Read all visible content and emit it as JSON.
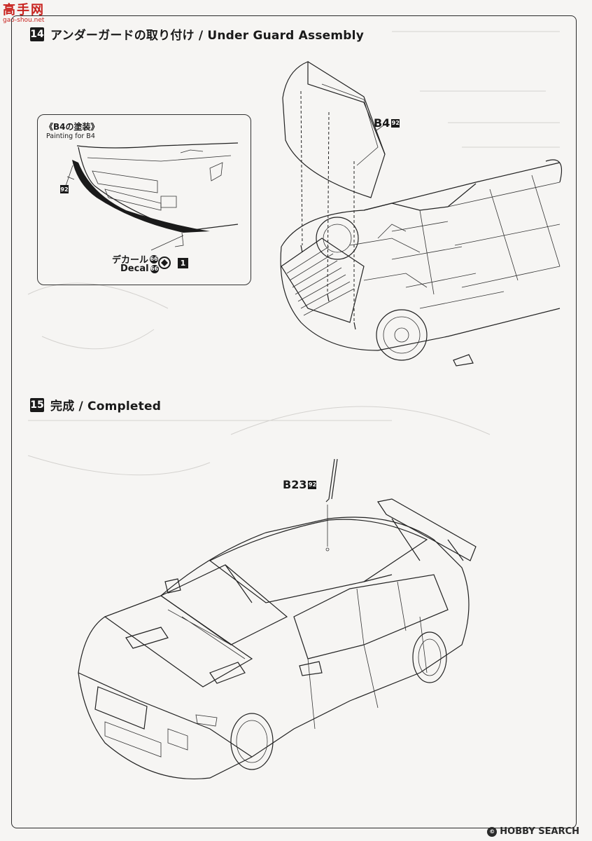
{
  "logo": {
    "name": "高手网",
    "url": "gao-shou.net"
  },
  "step14": {
    "number": "14",
    "title": "アンダーガードの取り付け / Under Guard Assembly"
  },
  "inset": {
    "title": "《B4の塗装》",
    "subtitle": "Painting for B4",
    "part_ref": "92",
    "decal_jp": "デカール",
    "decal_en": "Decal",
    "decal_num": "66",
    "decal_sheet": "1"
  },
  "part_b4": {
    "label": "B4",
    "ref": "92"
  },
  "step15": {
    "number": "15",
    "title": "完成 / Completed"
  },
  "part_b23": {
    "label": "B23",
    "ref": "92"
  },
  "watermark": {
    "text": "HOBBY SEARCH",
    "icon": "copyright-circle-icon"
  }
}
